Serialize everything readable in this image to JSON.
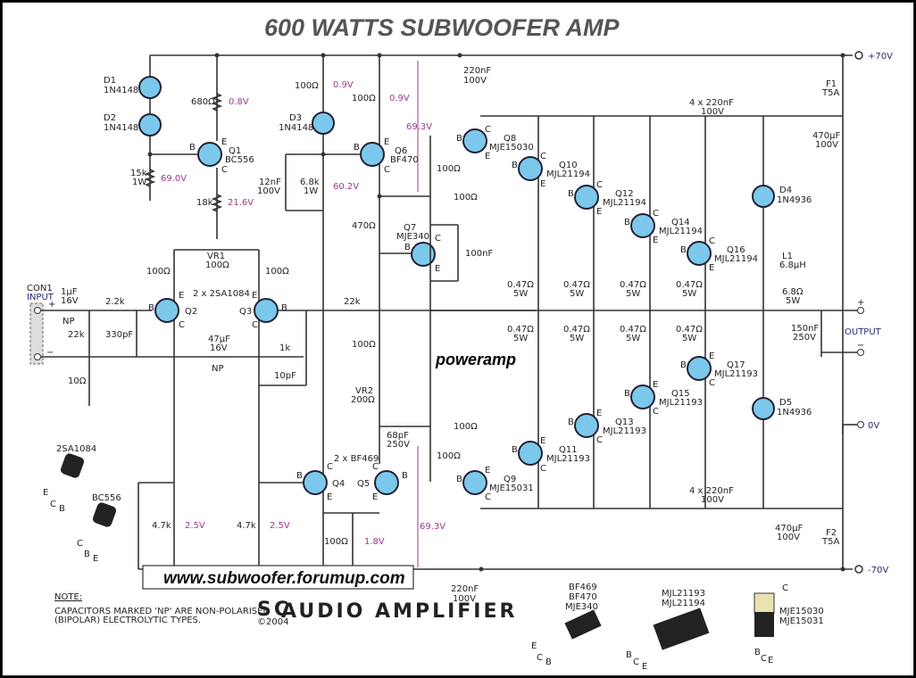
{
  "title": "600 WATTS SUBWOOFER AMP",
  "rails": {
    "pos": "+70V",
    "neg": "-70V",
    "gnd": "0V"
  },
  "watermark": "www.subwoofer.forumup.com",
  "poweramp_label": "poweramp",
  "brand": {
    "logo": "SC",
    "year": "©2004",
    "name": "AUDIO AMPLIFIER"
  },
  "note": {
    "heading": "NOTE:",
    "line1": "CAPACITORS MARKED 'NP' ARE NON-POLARISED",
    "line2": "(BIPOLAR) ELECTROLYTIC TYPES."
  },
  "input": {
    "con": "CON1",
    "label": "INPUT",
    "plus": "+",
    "minus": "−"
  },
  "output": {
    "label": "OUTPUT",
    "plus": "+",
    "minus": "−"
  },
  "components": {
    "D1": {
      "ref": "D1",
      "part": "1N4148"
    },
    "D2": {
      "ref": "D2",
      "part": "1N4148"
    },
    "D3": {
      "ref": "D3",
      "part": "1N4148"
    },
    "D4": {
      "ref": "D4",
      "part": "1N4936"
    },
    "D5": {
      "ref": "D5",
      "part": "1N4936"
    },
    "Q1": {
      "ref": "Q1",
      "part": "BC556"
    },
    "Q2": {
      "ref": "Q2"
    },
    "Q3": {
      "ref": "Q3"
    },
    "Q23": "2 x 2SA1084",
    "Q4": {
      "ref": "Q4"
    },
    "Q5": {
      "ref": "Q5"
    },
    "Q45": "2 x BF469",
    "Q6": {
      "ref": "Q6",
      "part": "BF470"
    },
    "Q7": {
      "ref": "Q7",
      "part": "MJE340"
    },
    "Q8": {
      "ref": "Q8",
      "part": "MJE15030"
    },
    "Q9": {
      "ref": "Q9",
      "part": "MJE15031"
    },
    "Q10": {
      "ref": "Q10",
      "part": "MJL21194"
    },
    "Q11": {
      "ref": "Q11",
      "part": "MJL21193"
    },
    "Q12": {
      "ref": "Q12",
      "part": "MJL21194"
    },
    "Q13": {
      "ref": "Q13",
      "part": "MJL21193"
    },
    "Q14": {
      "ref": "Q14",
      "part": "MJL21194"
    },
    "Q15": {
      "ref": "Q15",
      "part": "MJL21193"
    },
    "Q16": {
      "ref": "Q16",
      "part": "MJL21194"
    },
    "Q17": {
      "ref": "Q17",
      "part": "MJL21193"
    },
    "VR1": {
      "ref": "VR1",
      "value": "100Ω"
    },
    "VR2": {
      "ref": "VR2",
      "value": "200Ω"
    },
    "L1": {
      "ref": "L1",
      "value": "6.8µH"
    },
    "F1": {
      "ref": "F1",
      "value": "T5A"
    },
    "F2": {
      "ref": "F2",
      "value": "T5A"
    }
  },
  "values": {
    "r680": "680Ω",
    "r18k": "18k",
    "r15k": "15k",
    "w1": "1W",
    "r100": "100Ω",
    "r68k": "6.8k",
    "c12n": "12nF",
    "v100": "100V",
    "c220n": "220nF",
    "r470": "470Ω",
    "c100n": "100nF",
    "c1u": "1µF",
    "v16": "16V",
    "np": "NP",
    "r22k": "22k",
    "r2k2": "2.2k",
    "c330p": "330pF",
    "r10": "10Ω",
    "c47u": "47µF",
    "r1k": "1k",
    "c10p": "10pF",
    "c68p": "68pF",
    "v250": "250V",
    "r47k": "4.7k",
    "r047": "0.47Ω",
    "w5": "5W",
    "r68": "6.8Ω",
    "c150n": "150nF",
    "c4x220": "4 x 220nF",
    "c470u": "470µF"
  },
  "voltages": {
    "v08": "0.8V",
    "v690": "69.0V",
    "v216": "21.6V",
    "v09": "0.9V",
    "v602": "60.2V",
    "v693": "69.3V",
    "v25": "2.5V",
    "v18": "1.8V"
  },
  "pins": {
    "B": "B",
    "C": "C",
    "E": "E"
  },
  "packages": {
    "to92a": "2SA1084",
    "to92b": "BC556",
    "to126": [
      "BF469",
      "BF470",
      "MJE340"
    ],
    "to264": [
      "MJL21193",
      "MJL21194"
    ],
    "to220": [
      "MJE15030",
      "MJE15031"
    ]
  }
}
